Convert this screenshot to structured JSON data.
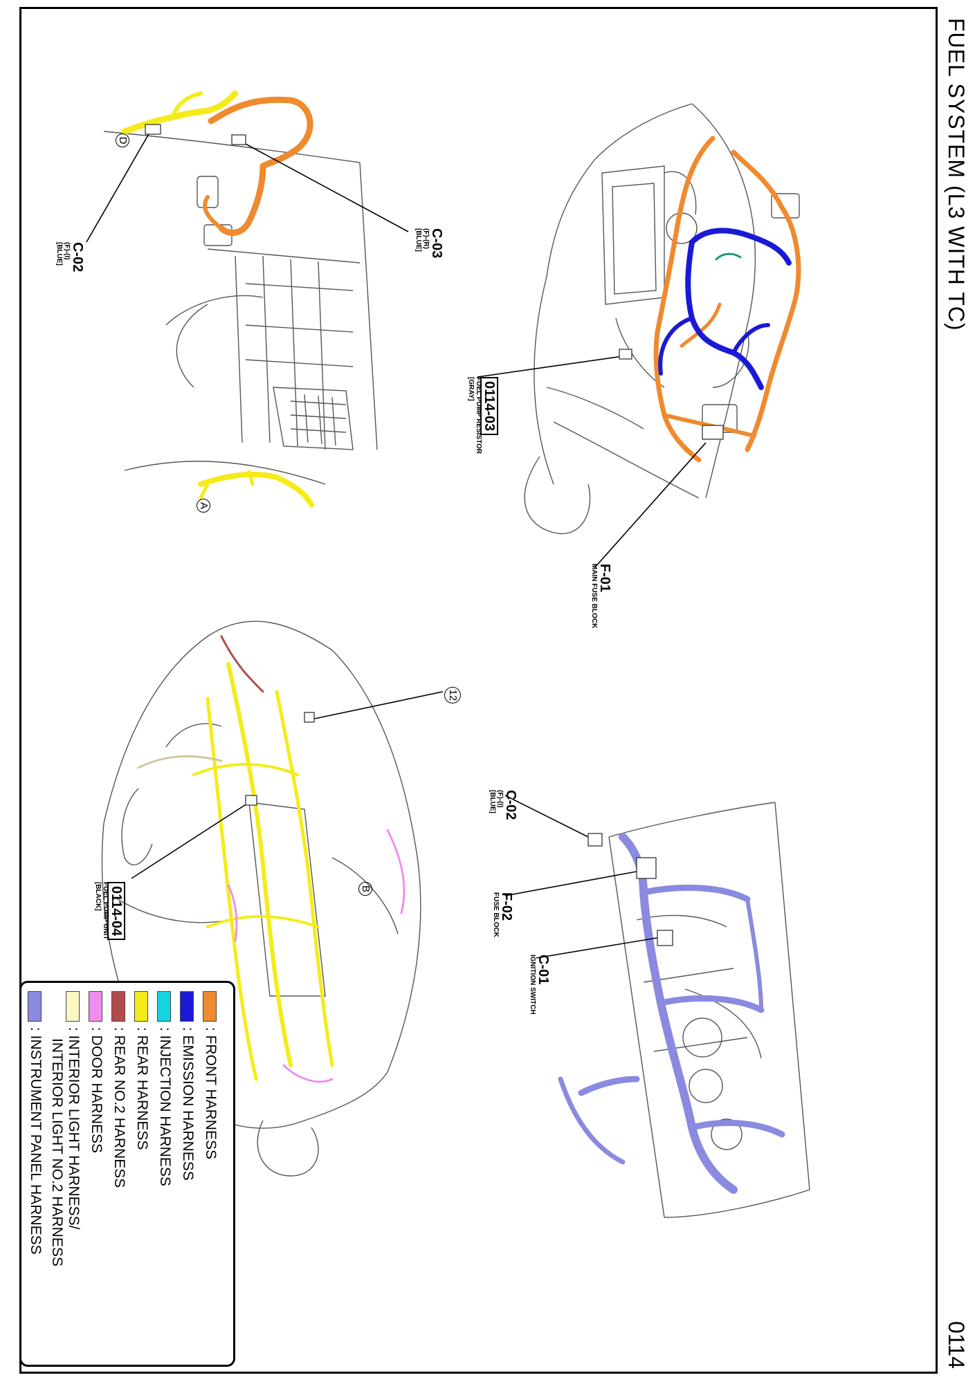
{
  "title": "FUEL SYSTEM (L3 WITH TC)",
  "page_number": "0114",
  "connectors": {
    "c02_top": {
      "code": "C-02",
      "sub1": "(F)-(I)",
      "sub2": "[BLUE]"
    },
    "c03": {
      "code": "C-03",
      "sub1": "(F)-(R)",
      "sub2": "[BLUE]"
    },
    "fp_resistor": {
      "code": "0114-03",
      "sub1": "FUEL PUMP RESISTOR",
      "sub2": "[GRAY]"
    },
    "f01": {
      "code": "F-01",
      "sub1": "MAIN FUSE BLOCK"
    },
    "c02_bottom": {
      "code": "C-02",
      "sub1": "(F)-(I)",
      "sub2": "[BLUE]"
    },
    "f02": {
      "code": "F-02",
      "sub1": "FUSE BLOCK"
    },
    "c01": {
      "code": "C-01",
      "sub1": "IGNITION SWITCH"
    },
    "fp_unit": {
      "code": "0114-04",
      "sub1": "FUEL PUMP UNIT",
      "sub2": "[BLACK]"
    }
  },
  "markers": {
    "a": "A",
    "b": "B",
    "d": "D",
    "n12": "12"
  },
  "legend": [
    {
      "label": ": FRONT HARNESS",
      "color": "#ef8a2e"
    },
    {
      "label": ": EMISSION HARNESS",
      "color": "#1a1ad6"
    },
    {
      "label": ": INJECTION HARNESS",
      "color": "#16d4e0"
    },
    {
      "label": ": REAR HARNESS",
      "color": "#f4ec1a"
    },
    {
      "label": ": REAR NO.2 HARNESS",
      "color": "#b24b4b"
    },
    {
      "label": ": DOOR HARNESS",
      "color": "#f08ef0"
    },
    {
      "label": ": INTERIOR LIGHT HARNESS/",
      "label2": "INTERIOR LIGHT NO.2 HARNESS",
      "color": "#fbf7c4"
    },
    {
      "label": ": INSTRUMENT PANEL HARNESS",
      "color": "#8a8ae0"
    }
  ]
}
